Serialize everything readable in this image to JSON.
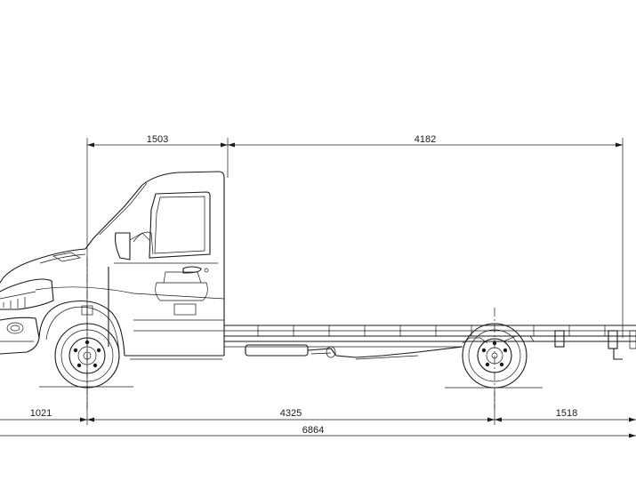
{
  "dimensions": {
    "cab_length": "1503",
    "body_length": "4182",
    "front_overhang": "1021",
    "wheelbase": "4325",
    "rear_overhang": "1518",
    "overall_length": "6864"
  },
  "colors": {
    "ink": "#1a1a1a",
    "background": "#ffffff"
  }
}
